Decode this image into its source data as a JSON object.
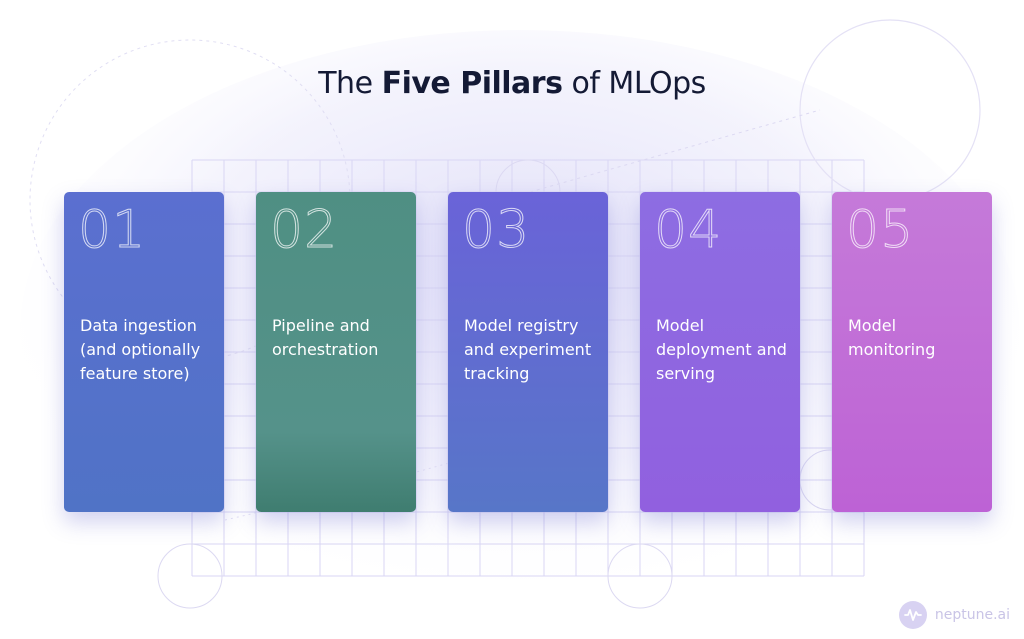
{
  "title": {
    "prefix": "The",
    "bold": "Five Pillars",
    "suffix": "of MLOps"
  },
  "pillars": [
    {
      "number": "01",
      "label": "Data ingestion (and optionally feature store)",
      "color": "#5370c9"
    },
    {
      "number": "02",
      "label": "Pipeline and orchestration",
      "color": "#55908a"
    },
    {
      "number": "03",
      "label": "Model registry and experiment tracking",
      "color": "#5f6dd2"
    },
    {
      "number": "04",
      "label": "Model deployment and serving",
      "color": "#8f66e0"
    },
    {
      "number": "05",
      "label": "Model monitoring",
      "color": "#c06cd8"
    }
  ],
  "brand": {
    "name": "neptune.ai",
    "icon": "neptune-wave-icon"
  }
}
